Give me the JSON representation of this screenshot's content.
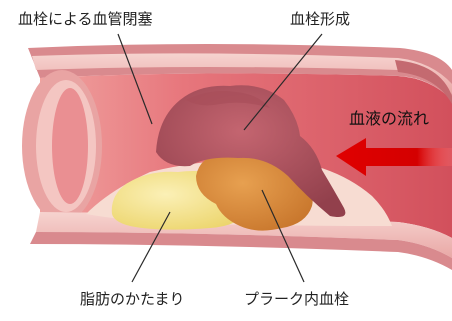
{
  "labels": {
    "blood_clot_occlusion": "血栓による血管閉塞",
    "thrombus_formation": "血栓形成",
    "blood_flow": "血液の流れ",
    "fatty_deposit": "脂肪のかたまり",
    "plaque_thrombus": "プラーク内血栓"
  },
  "colors": {
    "vessel_outer": "#d9888c",
    "vessel_wall_light": "#f2c4c0",
    "vessel_lumen": "#e8747a",
    "lumen_dark": "#c94a55",
    "thrombus": "#b0505a",
    "thrombus_dark": "#8e3a46",
    "fat": "#f3e08a",
    "plaque": "#d8883a",
    "arrow": "#d40000"
  }
}
